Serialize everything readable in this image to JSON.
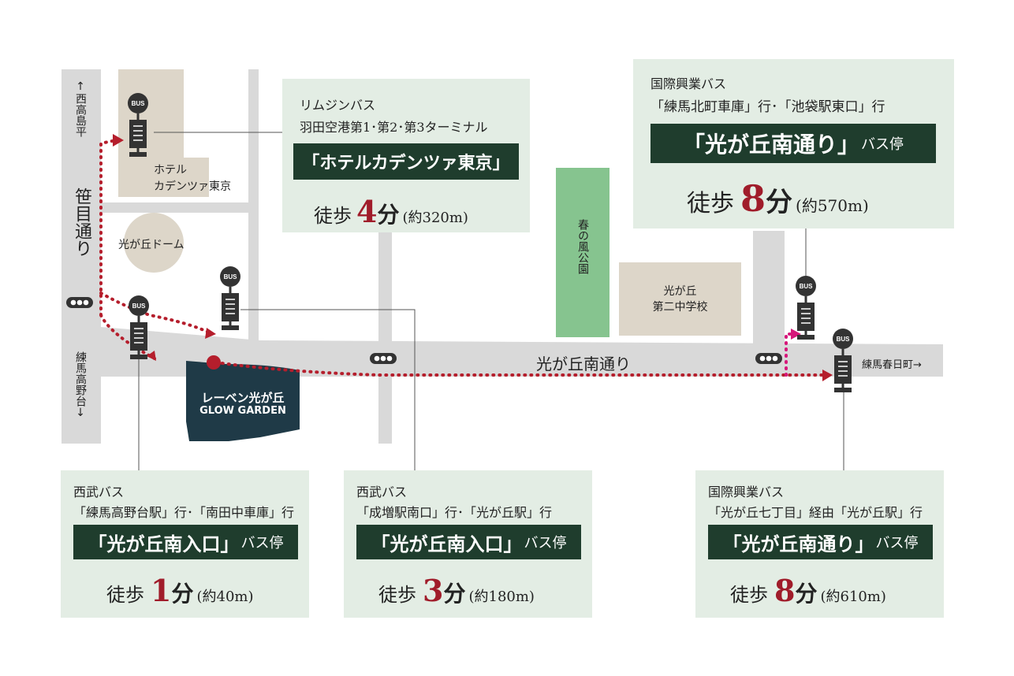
{
  "colors": {
    "road": "#d9d9d9",
    "building": "#ddd6c9",
    "park": "#86c48f",
    "box_bg": "#e3ede4",
    "band": "#1f3d2d",
    "accent": "#a01c2a",
    "route": "#b51e2c",
    "route_pink": "#d6177a",
    "site": "#1f3a47",
    "pin": "#333333"
  },
  "roads": {
    "sasame_dori": "笹目通り",
    "hikarigaoka_minami_dori": "光が丘南通り",
    "to_nishitakashimadaira": "↑西高島平",
    "to_nerima_takanodai": "練馬高野台↓",
    "to_nerima_kasugacho": "練馬春日町→"
  },
  "landmarks": {
    "hotel": "ホテル\nカデンツァ東京",
    "dome": "光が丘ドーム",
    "park": "春の風公園",
    "school": "光が丘\n第二中学校",
    "site_line1": "レーベン光が丘",
    "site_line2": "GLOW GARDEN"
  },
  "icons": {
    "bus_stop_label": "BUS",
    "bus_stop_icon": "bus-stop-icon",
    "traffic_signal_icon": "traffic-signal-icon",
    "site_pin_icon": "site-pin-icon"
  },
  "stops": {
    "limousine": {
      "operator": "リムジンバス",
      "route": "羽田空港第1･第2･第3ターミナル",
      "stop_name": "「ホテルカデンツァ東京」",
      "stop_suffix": "",
      "walk_label": "徒歩",
      "walk_minutes": "4",
      "walk_unit": "分",
      "walk_distance": "(約320m)"
    },
    "kokusai_north": {
      "operator": "国際興業バス",
      "route": "「練馬北町車庫」行･「池袋駅東口」行",
      "stop_name": "「光が丘南通り」",
      "stop_suffix": "バス停",
      "walk_label": "徒歩",
      "walk_minutes": "8",
      "walk_unit": "分",
      "walk_distance": "(約570m)"
    },
    "seibu_takanodai": {
      "operator": "西武バス",
      "route": "「練馬高野台駅」行･「南田中車庫」行",
      "stop_name": "「光が丘南入口」",
      "stop_suffix": "バス停",
      "walk_label": "徒歩",
      "walk_minutes": "1",
      "walk_unit": "分",
      "walk_distance": "(約40m)"
    },
    "seibu_narimasu": {
      "operator": "西武バス",
      "route": "「成増駅南口」行･「光が丘駅」行",
      "stop_name": "「光が丘南入口」",
      "stop_suffix": "バス停",
      "walk_label": "徒歩",
      "walk_minutes": "3",
      "walk_unit": "分",
      "walk_distance": "(約180m)"
    },
    "kokusai_south": {
      "operator": "国際興業バス",
      "route": "「光が丘七丁目」経由「光が丘駅」行",
      "stop_name": "「光が丘南通り」",
      "stop_suffix": "バス停",
      "walk_label": "徒歩",
      "walk_minutes": "8",
      "walk_unit": "分",
      "walk_distance": "(約610m)"
    }
  }
}
